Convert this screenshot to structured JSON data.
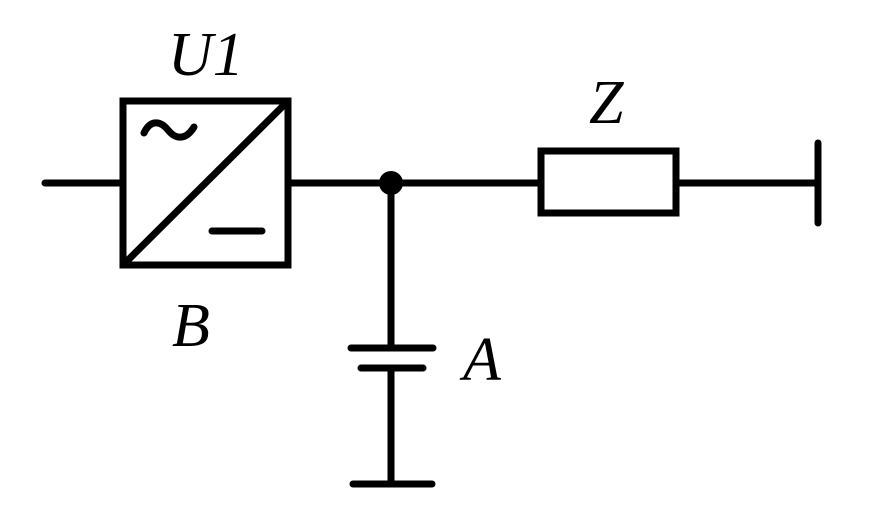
{
  "diagram": {
    "labels": {
      "converter_name": "U1",
      "converter_sub": "B",
      "impedance": "Z",
      "capacitor": "A"
    },
    "icons": {
      "converter": "ac-dc-converter-icon",
      "impedance": "resistor-icon",
      "capacitor": "capacitor-icon",
      "junction": "junction-dot-icon",
      "terminal": "terminal-bar-icon"
    },
    "colors": {
      "stroke": "#000000",
      "background": "#ffffff"
    }
  }
}
